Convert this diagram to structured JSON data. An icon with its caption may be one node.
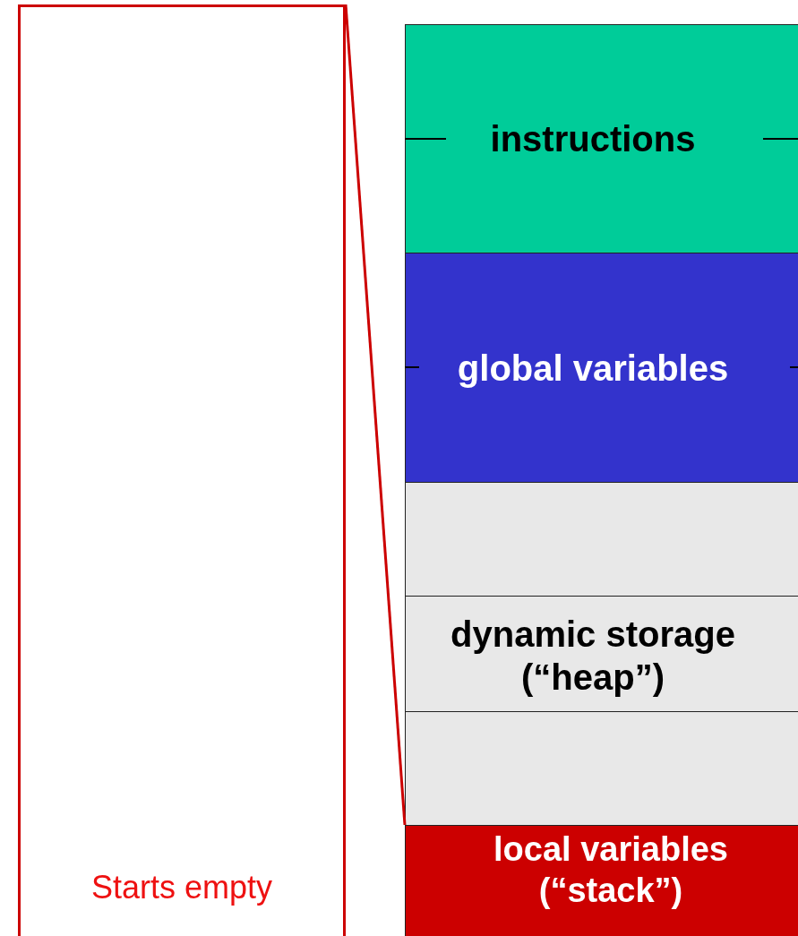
{
  "diagram": {
    "nodes": [
      {
        "text": [
          "Starts empty"
        ]
      },
      {
        "text": [
          "instructions"
        ]
      },
      {
        "text": [
          "global variables"
        ]
      },
      {
        "text": [],
        "shape": "box"
      },
      {
        "text": [
          "dynamic storage (“heap”)"
        ]
      },
      {
        "text": [],
        "shape": "box"
      },
      {
        "text": [
          "local variables (“stack”)"
        ]
      }
    ],
    "edges": [
      {
        "from": 0,
        "to": 6,
        "arrow": "none",
        "color": "#cc0000"
      }
    ]
  }
}
